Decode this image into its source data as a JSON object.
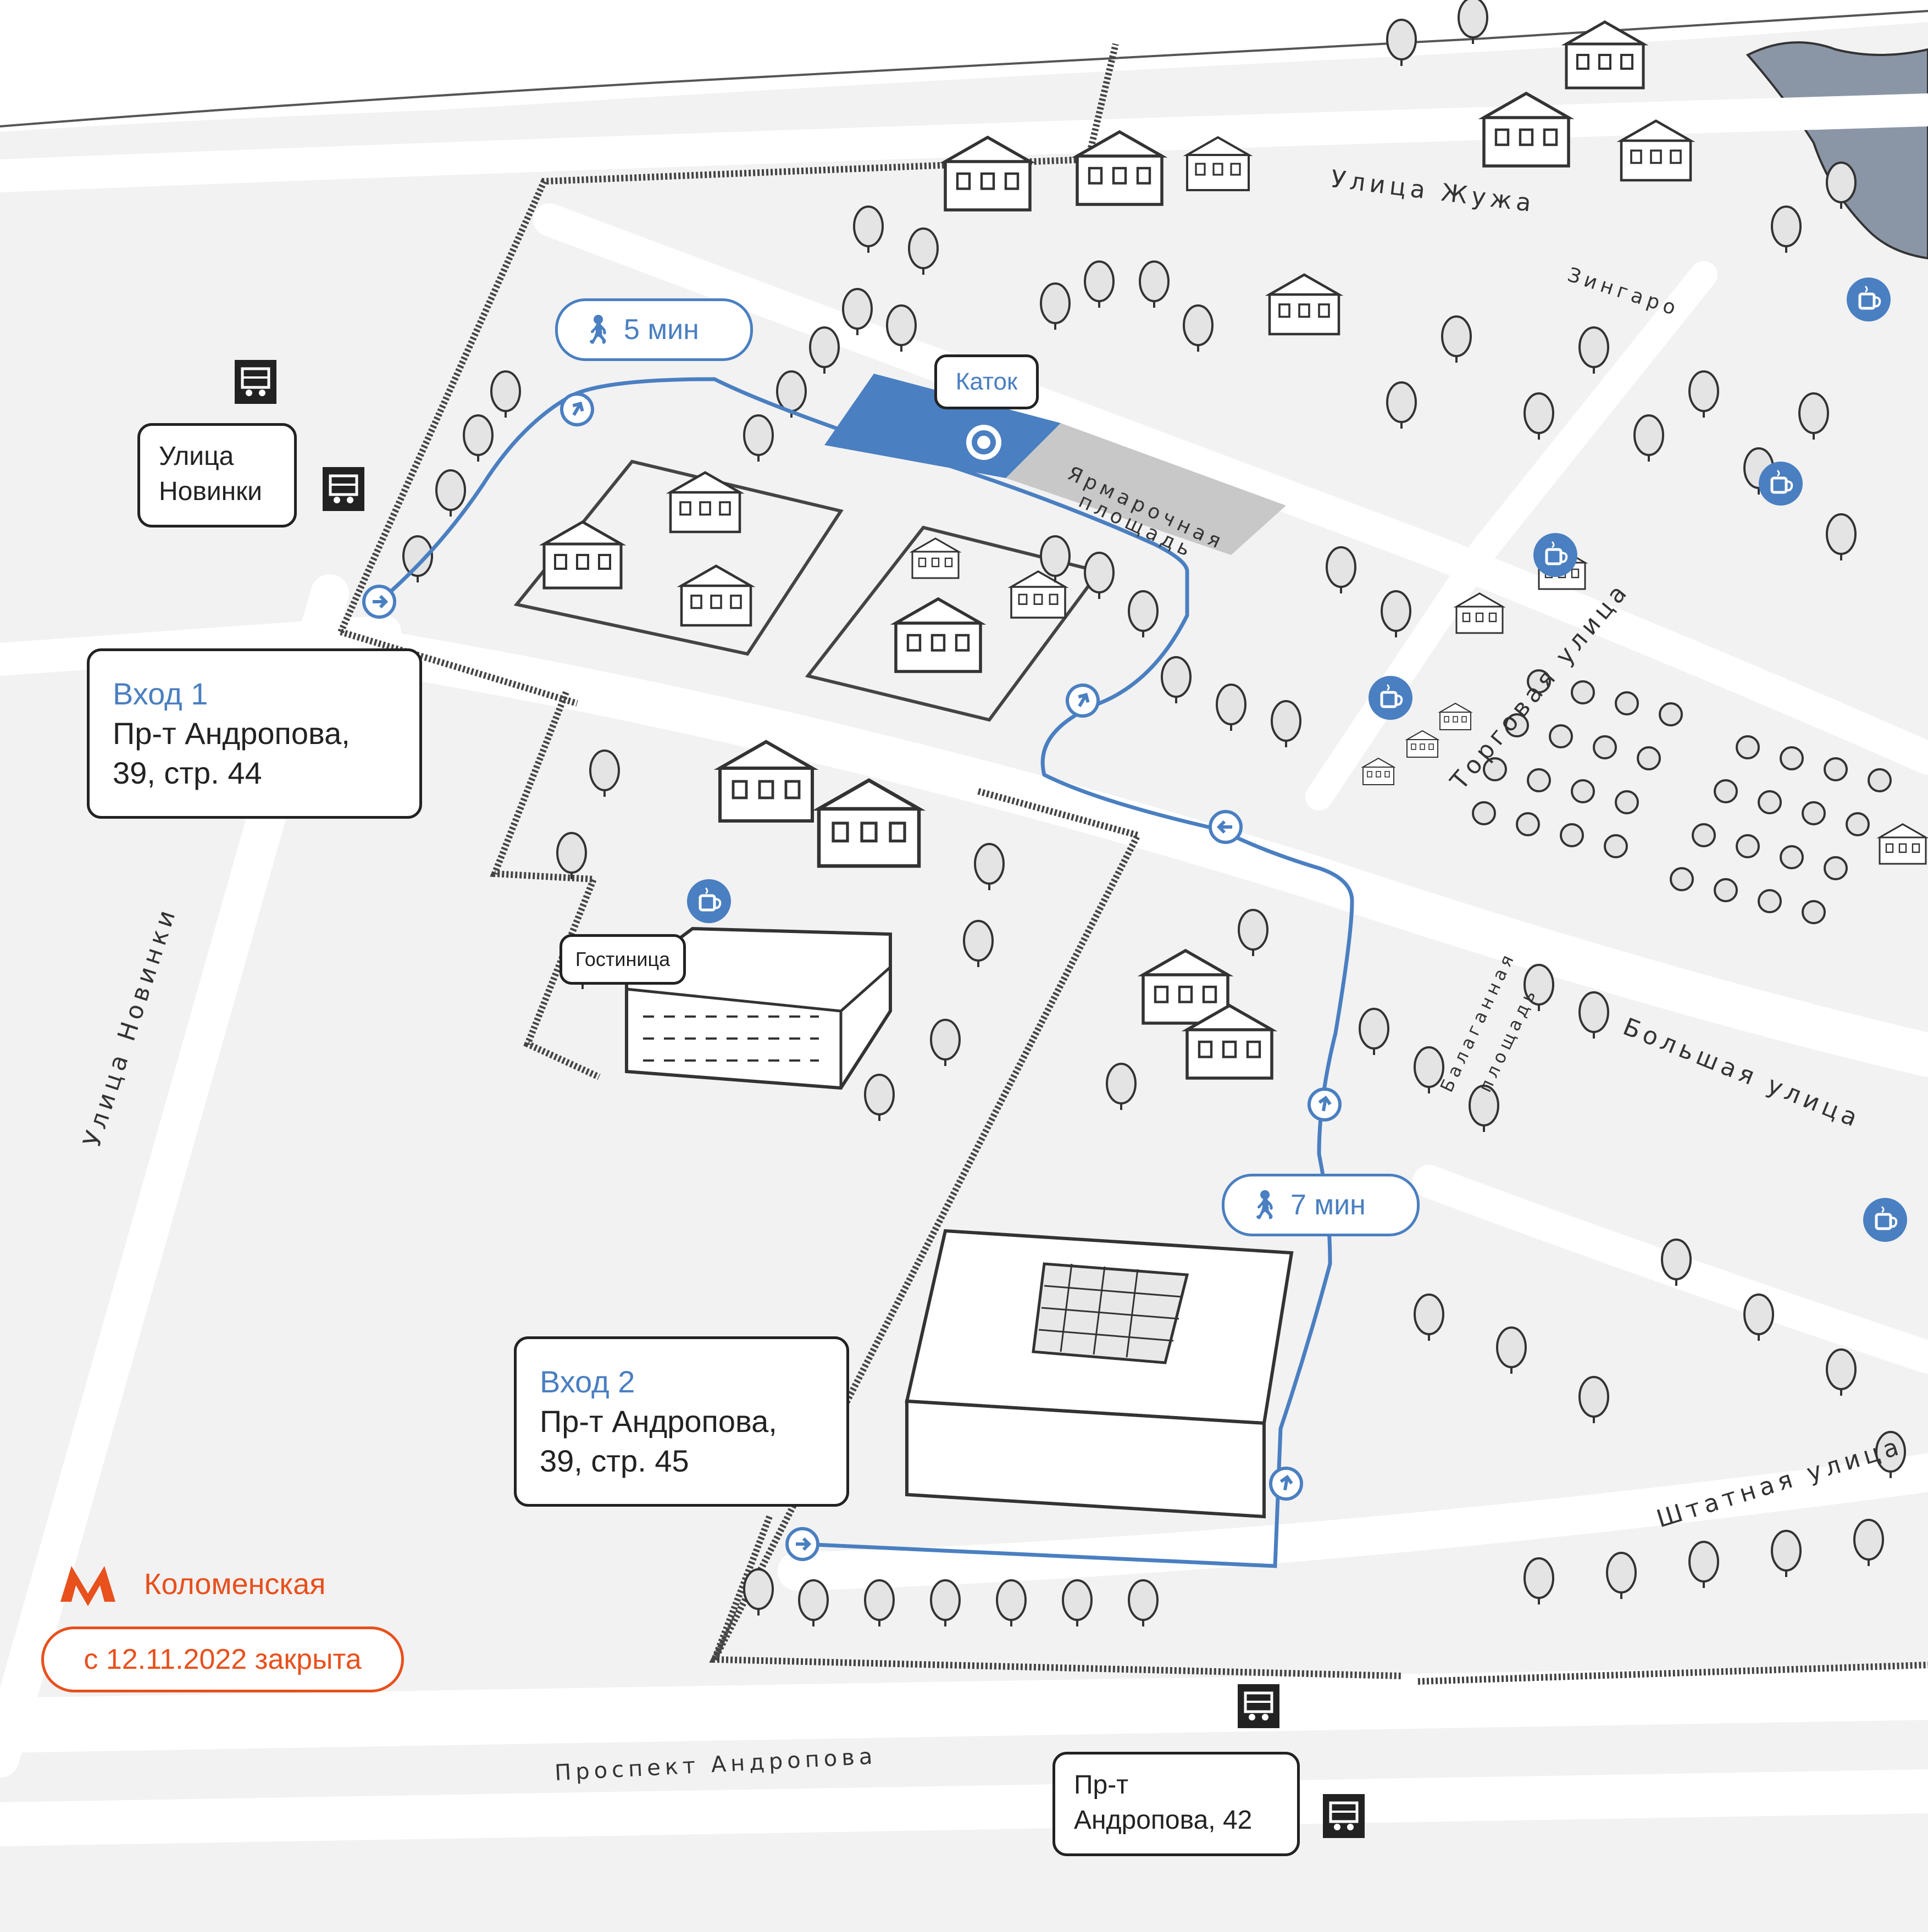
{
  "colors": {
    "route": "#4a7fc1",
    "rink": "#4a7fc1",
    "fair_square": "#c8c8c8",
    "water": "#8a96a6",
    "road": "#ffffff",
    "ground": "#f2f2f2",
    "metro": "#e8501c",
    "outline": "#222222"
  },
  "icons": {
    "bus_stop": "bus-icon",
    "cafe": "cafe-icon",
    "walk": "walk-icon",
    "route_arrow": "arrow-circle-icon",
    "metro": "metro-m-icon",
    "target": "target-icon"
  },
  "streets": {
    "zhuzha": "Улица Жужа",
    "torgovaya": "Торговая улица",
    "bolshaya": "Большая улица",
    "shtatnaya": "Штатная улица",
    "novinki": "Улица Новинки",
    "andropova": "Проспект Андропова"
  },
  "places": {
    "rink": "Каток",
    "fair_square": "Ярмарочная площадь",
    "balagan_square": "Балаганная площадь",
    "zingaro": "Зингаро",
    "hotel": "Гостиница"
  },
  "routes": {
    "route1_time": "5 мин",
    "route2_time": "7 мин"
  },
  "entrances": [
    {
      "title": "Вход 1",
      "address_line1": "Пр-т Андропова,",
      "address_line2": "39, стр. 44"
    },
    {
      "title": "Вход 2",
      "address_line1": "Пр-т Андропова,",
      "address_line2": "39, стр. 45"
    }
  ],
  "bus_stops": [
    {
      "line1": "Улица",
      "line2": "Новинки"
    },
    {
      "line1": "Пр-т",
      "line2": "Андропова, 42"
    }
  ],
  "metro": {
    "name": "Коломенская",
    "status": "с 12.11.2022 закрыта"
  }
}
